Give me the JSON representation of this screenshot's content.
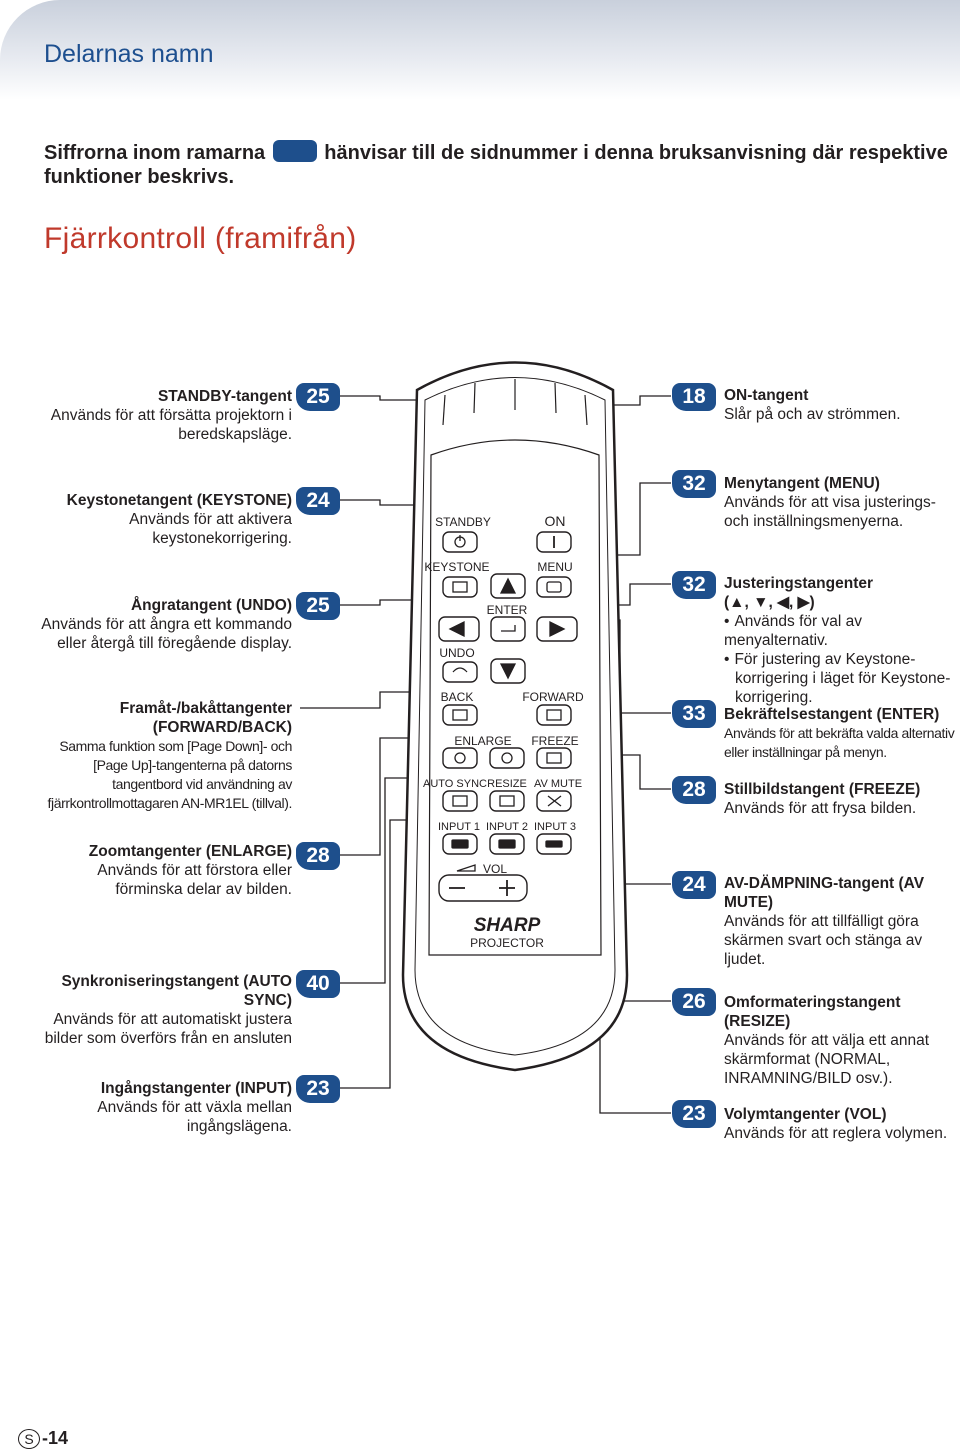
{
  "header": {
    "section_title": "Delarnas namn"
  },
  "intro": {
    "before": "Siffrorna inom ramarna",
    "after": "hänvisar till de sidnummer i denna bruksanvisning där respektive funktioner beskrivs."
  },
  "subtitle": "Fjärrkontroll (framifrån)",
  "left_labels": [
    {
      "page": "25",
      "title": "STANDBY-tangent",
      "desc": "Används för att försätta projektorn i beredskapsläge."
    },
    {
      "page": "24",
      "title": "Keystonetangent (KEYSTONE)",
      "desc": "Används för att aktivera keystonekorrigering."
    },
    {
      "page": "25",
      "title": "Ångratangent (UNDO)",
      "desc": "Används för att ångra ett kommando eller återgå till föregående display."
    },
    {
      "page": "",
      "title": "Framåt-/bakåttangenter (FORWARD/BACK)",
      "desc": "Samma funktion som [Page Down]- och [Page Up]-tangenterna på datorns tangentbord vid användning av fjärrkontrollmottagaren AN-MR1EL (tillval)."
    },
    {
      "page": "28",
      "title": "Zoomtangenter (ENLARGE)",
      "desc": "Används för att förstora eller förminska delar av bilden."
    },
    {
      "page": "40",
      "title": "Synkroniseringstangent (AUTO SYNC)",
      "desc": "Används för att automatiskt justera bilder som överförs från en ansluten"
    },
    {
      "page": "23",
      "title": "Ingångstangenter (INPUT)",
      "desc": "Används för att växla mellan ingångslägena."
    }
  ],
  "right_labels": [
    {
      "page": "18",
      "title": "ON-tangent",
      "desc": "Slår på och av strömmen."
    },
    {
      "page": "32",
      "title": "Menytangent (MENU)",
      "desc": "Används för att visa justerings- och inställningsmenyerna."
    },
    {
      "page": "32",
      "title": "Justeringstangenter",
      "arrows": "(▲, ▼, ◀, ▶)",
      "bullets": [
        "Används för val av menyalternativ.",
        "För justering av Keystone-",
        "korrigering i läget för Keystone-",
        "korrigering."
      ]
    },
    {
      "page": "33",
      "title": "Bekräftelsestangent (ENTER)",
      "desc": "Används för att bekräfta valda alternativ eller inställningar på menyn."
    },
    {
      "page": "28",
      "title": "Stillbildstangent (FREEZE)",
      "desc": "Används för att frysa bilden."
    },
    {
      "page": "24",
      "title": "AV-DÄMPNING-tangent (AV MUTE)",
      "desc": "Används för att tillfälligt göra skärmen svart och stänga av ljudet."
    },
    {
      "page": "26",
      "title": "Omformateringstangent (RESIZE)",
      "desc": "Används för att välja ett annat skärmformat (NORMAL, INRAMNING/BILD osv.)."
    },
    {
      "page": "23",
      "title": "Volymtangenter (VOL)",
      "desc": "Används för att reglera volymen."
    }
  ],
  "remote": {
    "standby": "STANDBY",
    "on": "ON",
    "keystone": "KEYSTONE",
    "menu": "MENU",
    "enter": "ENTER",
    "undo": "UNDO",
    "back": "BACK",
    "forward": "FORWARD",
    "enlarge": "ENLARGE",
    "freeze": "FREEZE",
    "auto_sync": "AUTO SYNC",
    "resize": "RESIZE",
    "av_mute": "AV MUTE",
    "input1": "INPUT 1",
    "input2": "INPUT 2",
    "input3": "INPUT 3",
    "vol": "VOL",
    "brand": "SHARP",
    "product": "PROJECTOR"
  },
  "footer": {
    "lang": "S",
    "page": "-14"
  },
  "colors": {
    "accent_blue": "#1e4f8c",
    "title_red": "#c0392b"
  }
}
